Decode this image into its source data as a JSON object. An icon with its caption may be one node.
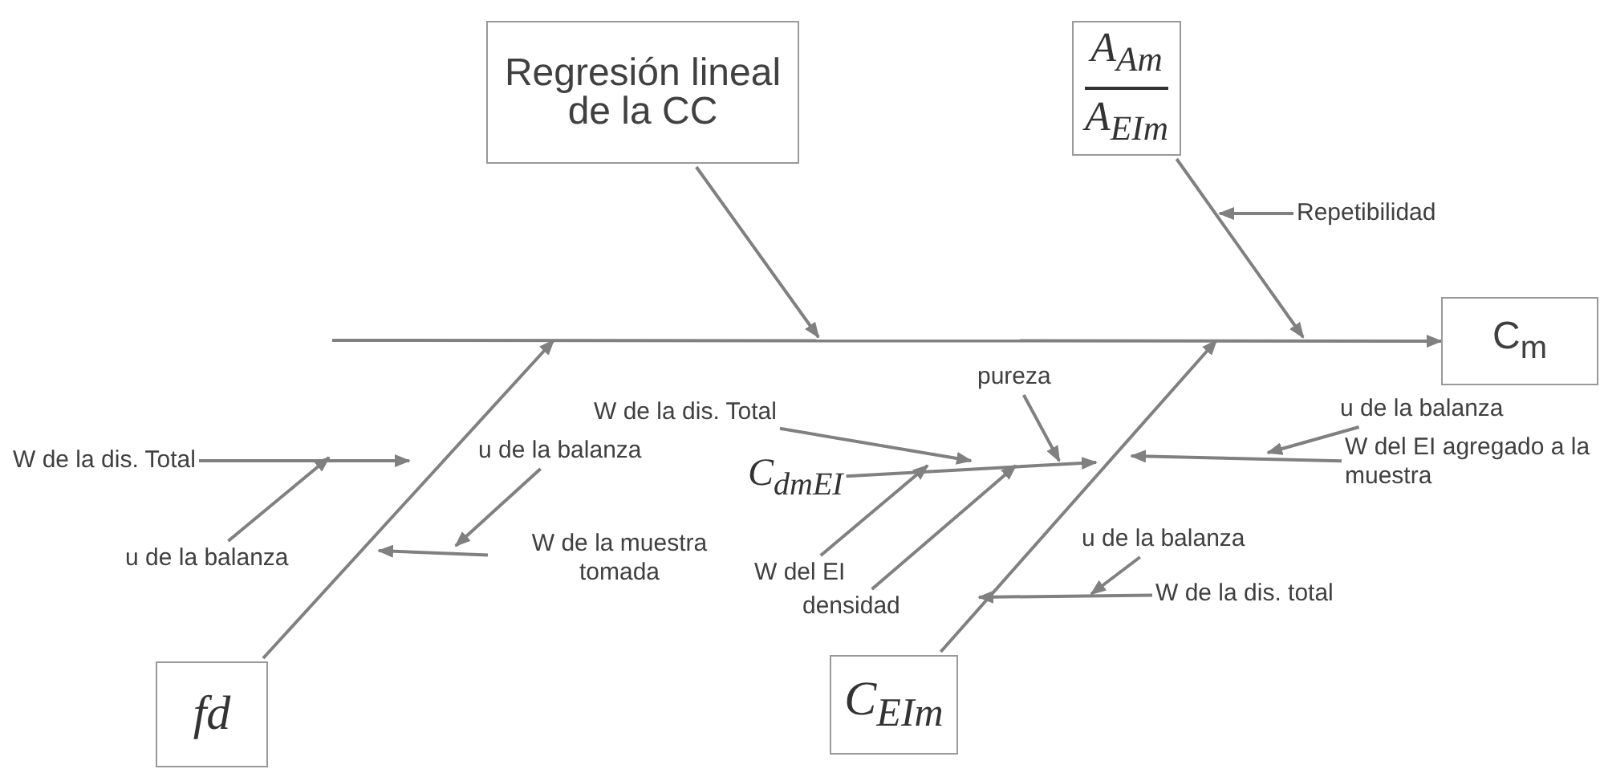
{
  "diagram": {
    "nodes": [
      {
        "text": [
          "Regresión lineal de la CC"
        ]
      },
      {
        "text": [
          "A$_{Am}$",
          "A$_{EIm}$"
        ]
      },
      {
        "text": [
          "C$_{m}$"
        ]
      },
      {
        "text": [
          "fd"
        ]
      },
      {
        "text": [
          "C$_{EIm}$"
        ]
      },
      {
        "text": [
          "Repetibilidad"
        ]
      },
      {
        "text": [
          "W de la dis. Total"
        ]
      },
      {
        "text": [
          "u de la balanza"
        ]
      },
      {
        "text": [
          "u de la balanza"
        ]
      },
      {
        "text": [
          "W de la muestra tomada"
        ]
      },
      {
        "text": [
          "W de la dis. Total"
        ]
      },
      {
        "text": [
          "pureza"
        ]
      },
      {
        "text": [
          "C$_{dmEI}$"
        ]
      },
      {
        "text": [
          "W del EI"
        ]
      },
      {
        "text": [
          "densidad"
        ]
      },
      {
        "text": [
          "u de la balanza"
        ]
      },
      {
        "text": [
          "W del EI agregado a la muestra"
        ]
      },
      {
        "text": [
          "u de la balanza"
        ]
      },
      {
        "text": [
          "W de la dis. total"
        ]
      }
    ],
    "edges": [
      {
        "from": null,
        "to": 2,
        "arrow": "to"
      },
      {
        "from": 0,
        "to": null,
        "arrow": "to"
      },
      {
        "from": 1,
        "to": null,
        "arrow": "to"
      },
      {
        "from": 5,
        "to": null,
        "arrow": "to"
      },
      {
        "from": 3,
        "to": null,
        "arrow": "to"
      },
      {
        "from": 6,
        "to": null,
        "arrow": "to"
      },
      {
        "from": 7,
        "to": null,
        "arrow": "to"
      },
      {
        "from": 8,
        "to": null,
        "arrow": "to"
      },
      {
        "from": 9,
        "to": null,
        "arrow": "to"
      },
      {
        "from": 4,
        "to": null,
        "arrow": "to"
      },
      {
        "from": 12,
        "to": null,
        "arrow": "to"
      },
      {
        "from": 10,
        "to": null,
        "arrow": "to"
      },
      {
        "from": 11,
        "to": null,
        "arrow": "to"
      },
      {
        "from": 13,
        "to": null,
        "arrow": "to"
      },
      {
        "from": 14,
        "to": null,
        "arrow": "to"
      },
      {
        "from": 16,
        "to": null,
        "arrow": "to"
      },
      {
        "from": 15,
        "to": null,
        "arrow": "to"
      },
      {
        "from": 18,
        "to": null,
        "arrow": "to"
      },
      {
        "from": 17,
        "to": null,
        "arrow": "to"
      }
    ]
  }
}
